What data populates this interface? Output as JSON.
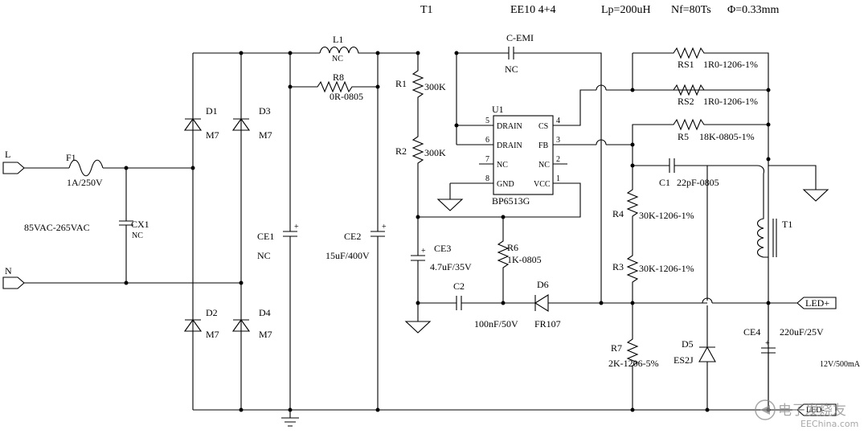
{
  "header": {
    "t1": "T1",
    "core": "EE10 4+4",
    "lp": "Lp=200uH",
    "nf": "Nf=80Ts",
    "phi": "Φ=0.33mm"
  },
  "input": {
    "l": "L",
    "n": "N",
    "f1": "F1",
    "f1_val": "1A/250V",
    "range": "85VAC-265VAC",
    "cx1": "CX1",
    "cx1_val": "NC"
  },
  "bridge": {
    "d1": "D1",
    "d1_val": "M7",
    "d2": "D2",
    "d2_val": "M7",
    "d3": "D3",
    "d3_val": "M7",
    "d4": "D4",
    "d4_val": "M7"
  },
  "filter": {
    "l1": "L1",
    "l1_val": "NC",
    "r8": "R8",
    "r8_val": "0R-0805",
    "ce1": "CE1",
    "ce1_val": "NC",
    "ce2": "CE2",
    "ce2_val": "15uF/400V"
  },
  "startup": {
    "r1": "R1",
    "r1_val": "300K",
    "r2": "R2",
    "r2_val": "300K",
    "cemi": "C-EMI",
    "cemi_val": "NC"
  },
  "ic": {
    "ref": "U1",
    "part": "BP6513G",
    "pins": [
      {
        "num": "5",
        "name": "DRAIN"
      },
      {
        "num": "6",
        "name": "DRAIN"
      },
      {
        "num": "7",
        "name": "NC"
      },
      {
        "num": "8",
        "name": "GND"
      },
      {
        "num": "4",
        "name": "CS"
      },
      {
        "num": "3",
        "name": "FB"
      },
      {
        "num": "2",
        "name": "NC"
      },
      {
        "num": "1",
        "name": "VCC"
      }
    ]
  },
  "supply": {
    "ce3": "CE3",
    "ce3_val": "4.7uF/35V",
    "r6": "R6",
    "r6_val": "1K-0805",
    "c2": "C2",
    "c2_val": "100nF/50V",
    "d6": "D6",
    "d6_val": "FR107"
  },
  "sense": {
    "rs1": "RS1",
    "rs1_val": "1R0-1206-1%",
    "rs2": "RS2",
    "rs2_val": "1R0-1206-1%",
    "r5": "R5",
    "r5_val": "18K-0805-1%",
    "c1": "C1",
    "c1_val": "22pF-0805",
    "r4": "R4",
    "r4_val": "30K-1206-1%",
    "r3": "R3",
    "r3_val": "30K-1206-1%",
    "r7": "R7",
    "r7_val": "2K-1206-5%"
  },
  "output": {
    "t1": "T1",
    "d5": "D5",
    "d5_val": "ES2J",
    "ce4": "CE4",
    "ce4_val": "220uF/25V",
    "ledp": "LED+",
    "ledn": "LED-",
    "rating": "12V/500mA"
  },
  "watermark": {
    "line1": "电子发烧友",
    "line2": "EEChina.com"
  }
}
